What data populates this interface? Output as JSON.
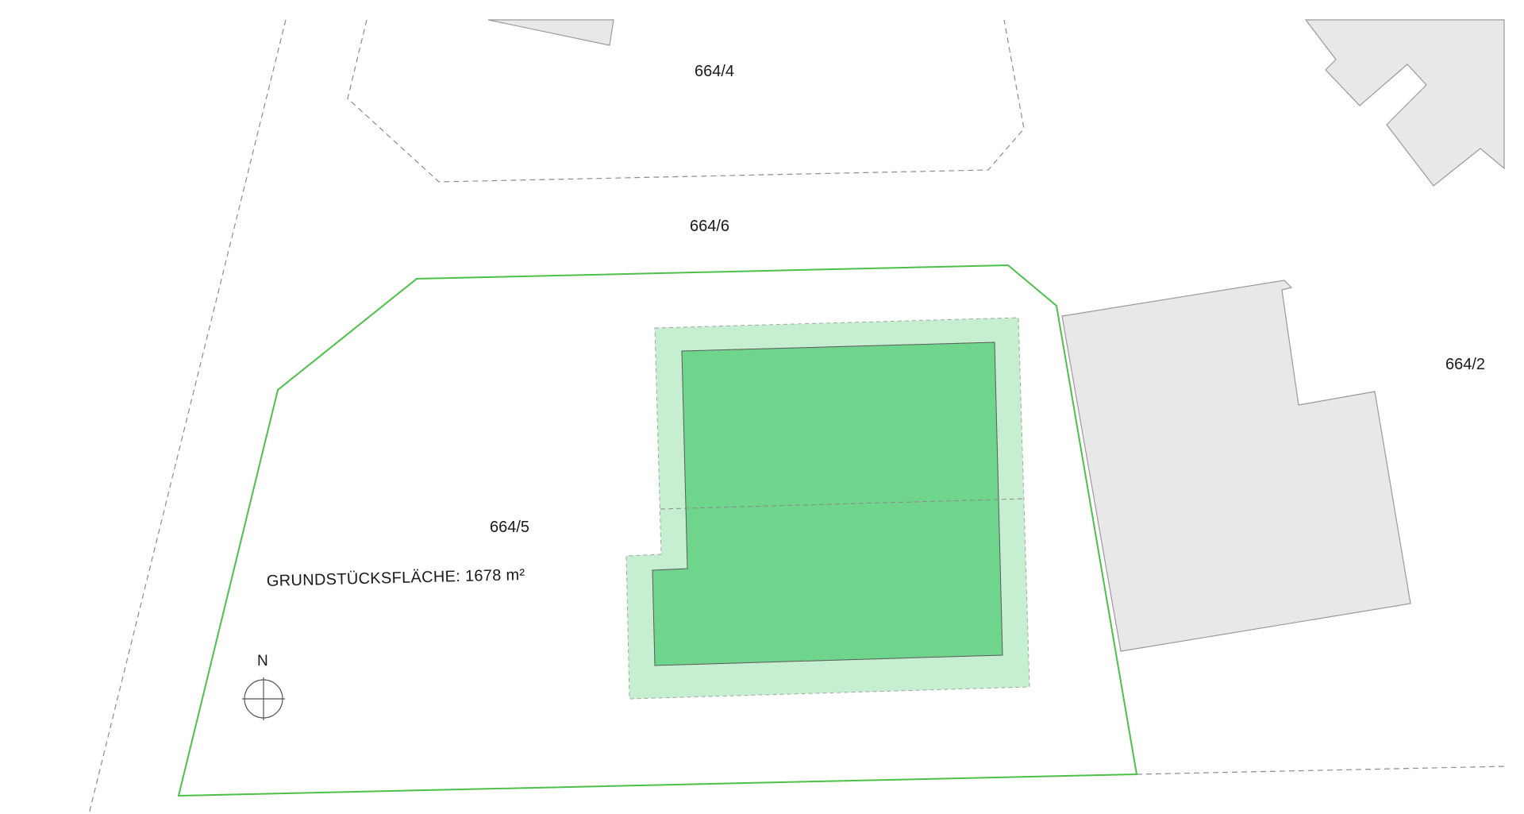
{
  "parcels": {
    "north": "664/4",
    "road": "664/6",
    "east": "664/2",
    "subject": "664/5"
  },
  "plot_area_label": "GRUNDSTÜCKSFLÄCHE: 1678 m²",
  "north_arrow": {
    "label": "N",
    "icon": "north-compass-icon"
  },
  "colors": {
    "plot_boundary": "#4cc04a",
    "building_core": "#6fd48c",
    "building_setback": "#c6efd2",
    "neighbor_building": "#e8e8e8",
    "parcel_dash": "#8c8c8c"
  }
}
